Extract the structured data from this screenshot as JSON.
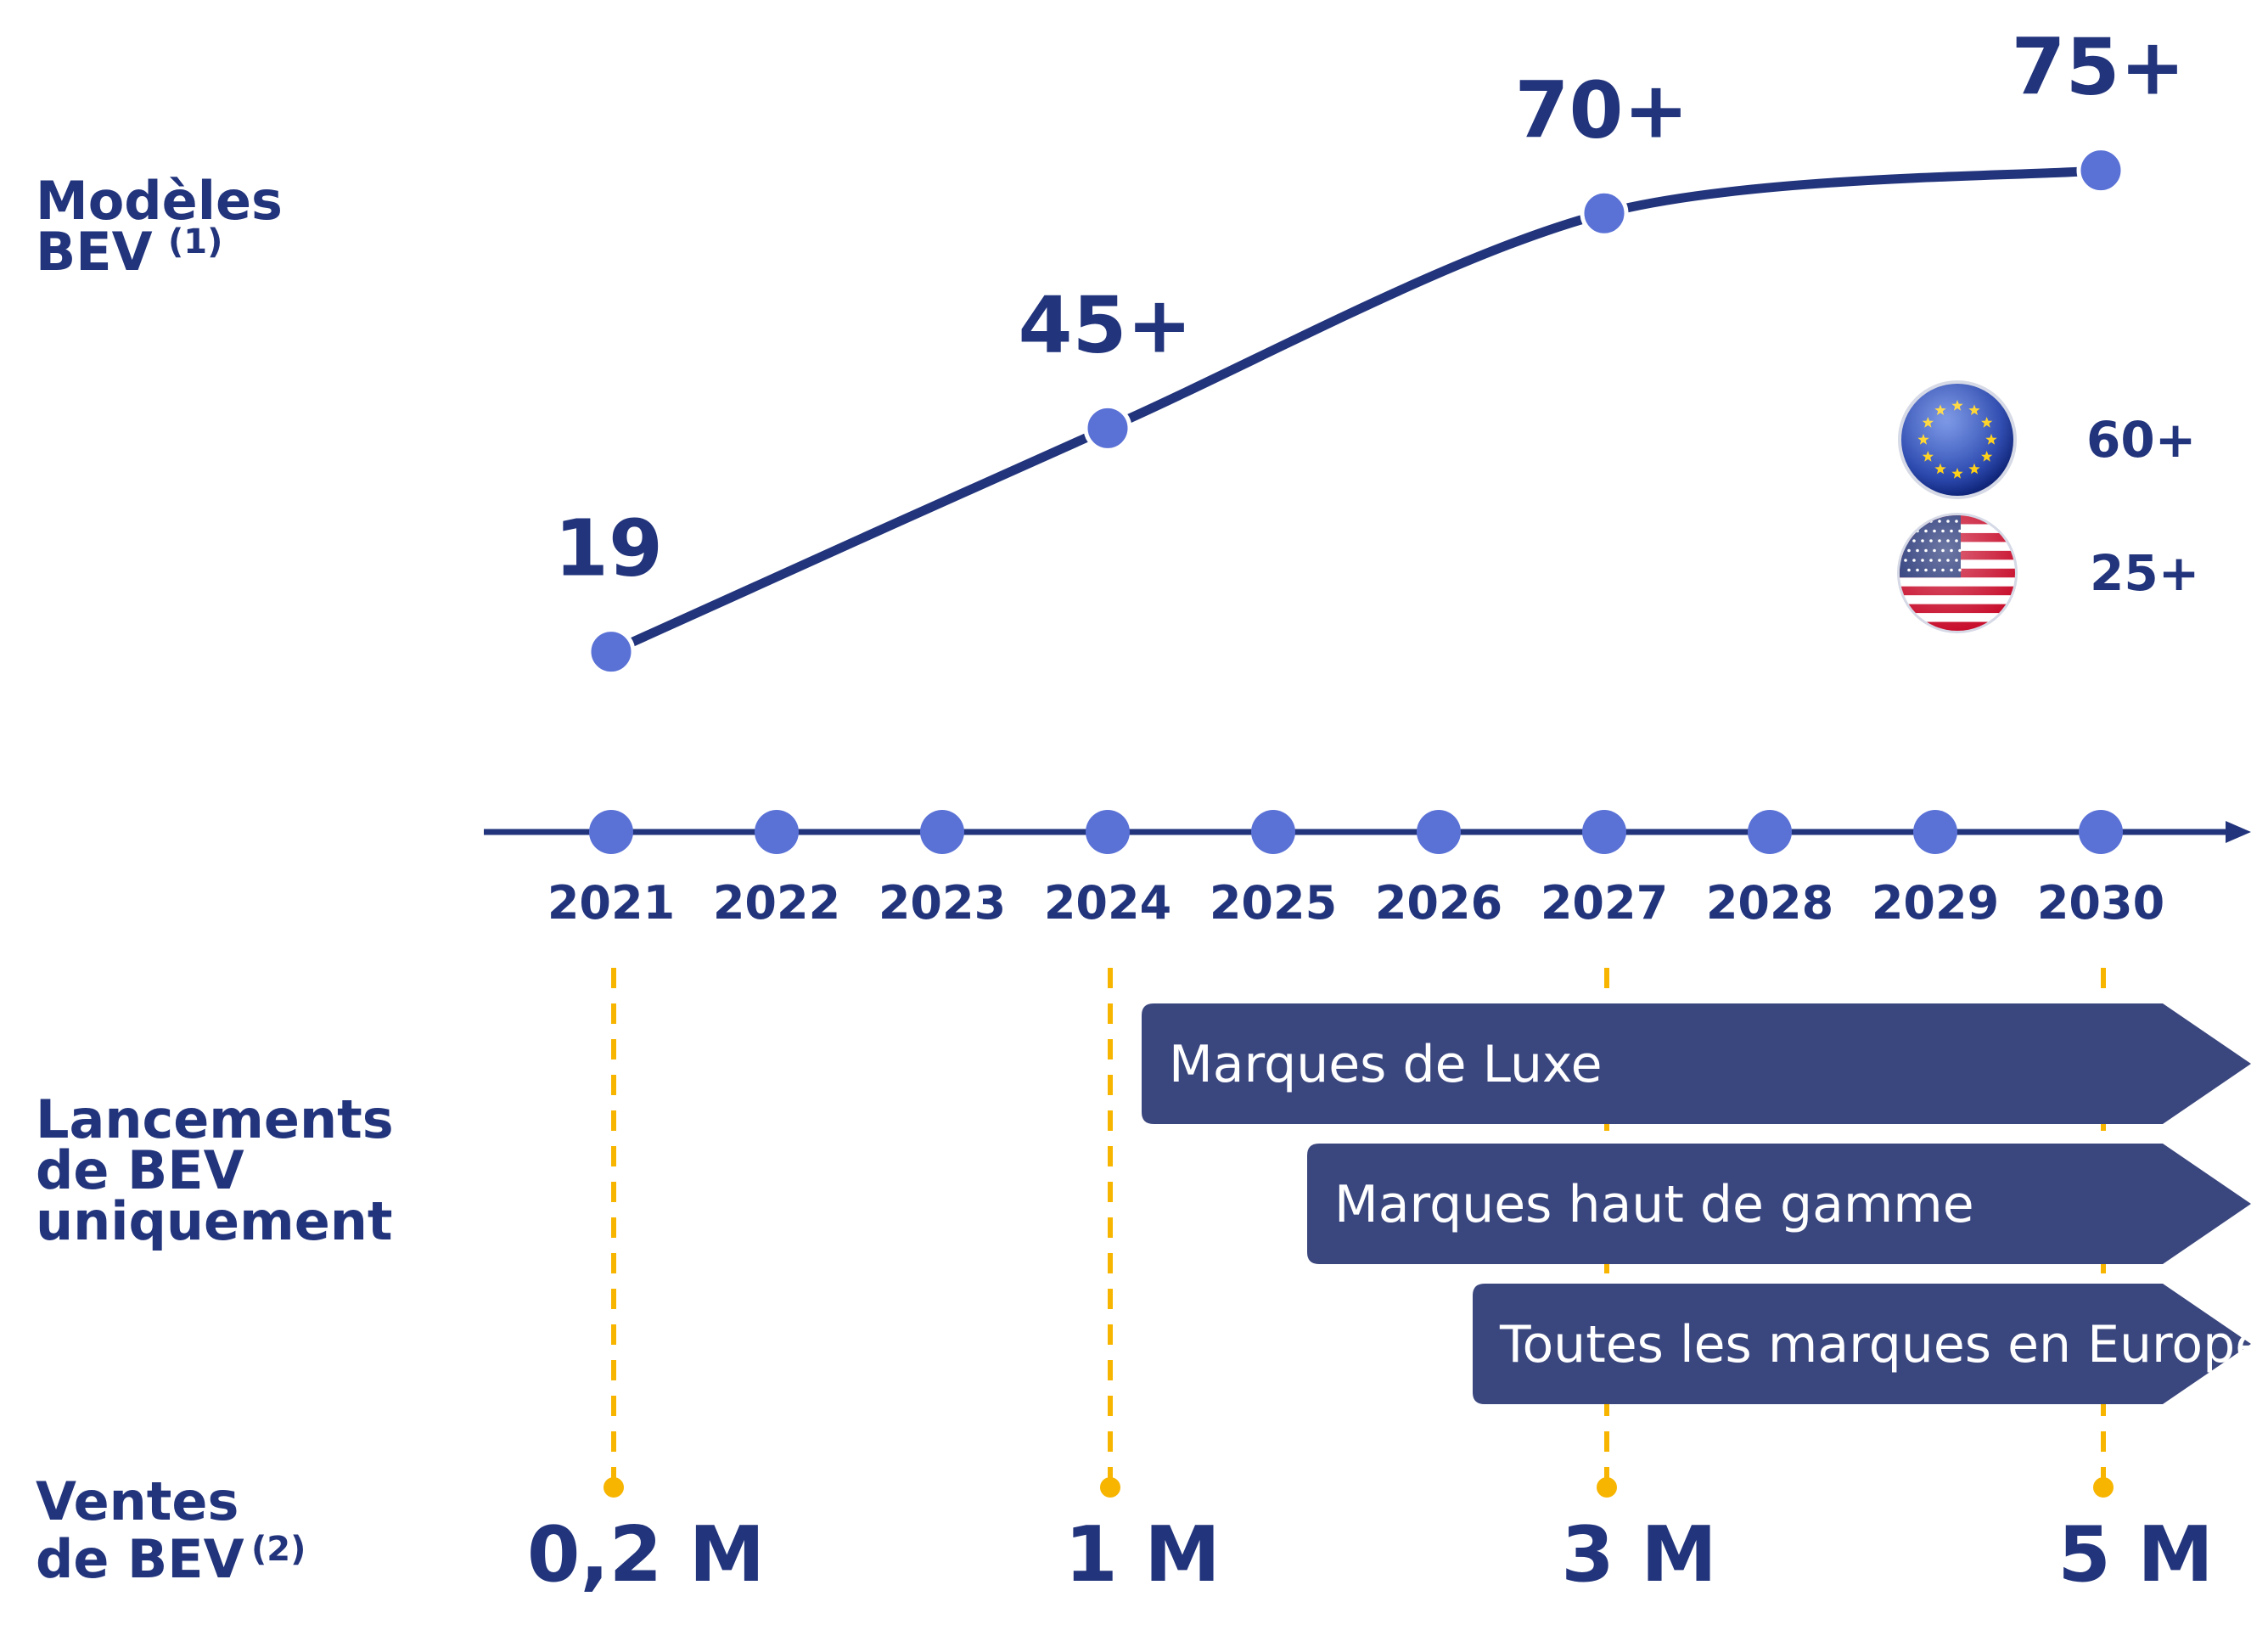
{
  "colors": {
    "navy": "#22347c",
    "dot": "#5a71d6",
    "arrow": "#3a467e",
    "gold": "#f7b500",
    "white": "#ffffff"
  },
  "row_labels": {
    "models": {
      "lines": [
        "Modèles",
        "BEV"
      ],
      "superscript": "(1)"
    },
    "launches": {
      "lines": [
        "Lancements",
        "de BEV",
        "uniquement"
      ]
    },
    "sales": {
      "lines": [
        "Ventes",
        "de BEV"
      ],
      "superscript": "(2)"
    }
  },
  "chart_data": {
    "type": "line",
    "categories": [
      "2021",
      "2022",
      "2023",
      "2024",
      "2025",
      "2026",
      "2027",
      "2028",
      "2029",
      "2030"
    ],
    "series": [
      {
        "values": [
          {
            "x": "2021",
            "y": 19,
            "label": "19"
          },
          {
            "x": "2024",
            "y": 45,
            "label": "45+"
          },
          {
            "x": "2027",
            "y": 70,
            "label": "70+"
          },
          {
            "x": "2030",
            "y": 75,
            "label": "75+"
          }
        ]
      }
    ],
    "ylim": [
      0,
      80
    ],
    "grid": false,
    "legend": {
      "placement": "right",
      "entries": [
        {
          "icon": "eu-flag-icon",
          "label": "60+"
        },
        {
          "icon": "us-flag-icon",
          "label": "25+"
        }
      ]
    },
    "sales_markers": [
      {
        "x": "2021",
        "label": "0,2 M"
      },
      {
        "x": "2024",
        "label": "1 M"
      },
      {
        "x": "2027",
        "label": "3 M"
      },
      {
        "x": "2030",
        "label": "5 M"
      }
    ],
    "launch_arrows": [
      {
        "start": "2024",
        "label": "Marques de Luxe"
      },
      {
        "start": "2025",
        "label": "Marques haut de gamme"
      },
      {
        "start": "2026",
        "label": "Toutes les marques en Europe"
      }
    ]
  }
}
